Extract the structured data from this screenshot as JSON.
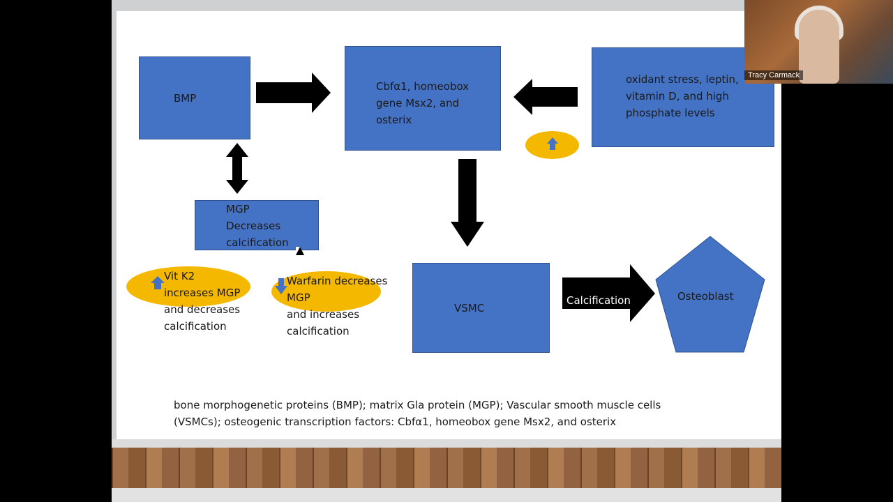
{
  "diagram": {
    "bmp": "BMP",
    "cbfa": "Cbfα1, homeobox\ngene Msx2, and\nosterix",
    "oxidant": "oxidant stress, leptin,\nvitamin D, and high\nphosphate levels",
    "mgp": "MGP\nDecreases\ncalcification",
    "vitk2": "Vit K2\n  increases MGP\nand decreases\ncalcification",
    "warfarin": "Warfarin decreases\nMGP\nand increases\ncalcification",
    "vsmc": "VSMC",
    "calcification": "Calcification",
    "osteoblast": "Osteoblast"
  },
  "caption": "bone morphogenetic proteins (BMP); matrix Gla protein (MGP); Vascular smooth muscle cells\n(VSMCs); osteogenic transcription factors: Cbfα1,  homeobox gene Msx2, and osterix",
  "video": {
    "participant_name": "Tracy Carmack"
  },
  "colors": {
    "box_blue": "#4472c4",
    "ellipse_gold": "#f5b800",
    "arrow_black": "#000000"
  }
}
